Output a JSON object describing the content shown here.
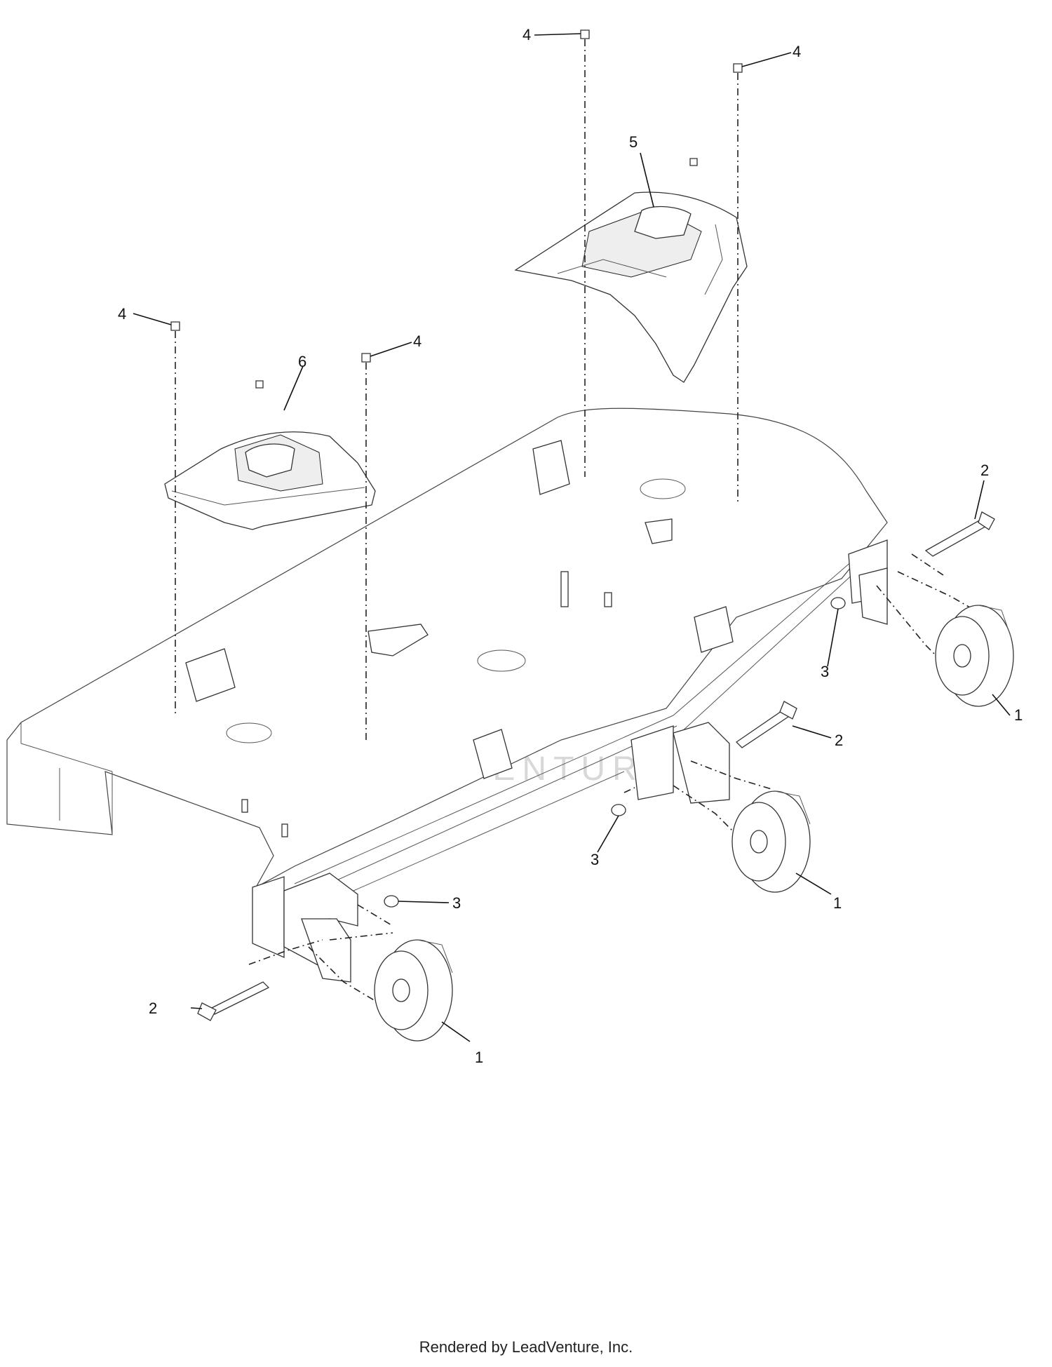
{
  "callouts": [
    {
      "id": "c4a",
      "label": "4"
    },
    {
      "id": "c4b",
      "label": "4"
    },
    {
      "id": "c4c",
      "label": "4"
    },
    {
      "id": "c4d",
      "label": "4"
    },
    {
      "id": "c5",
      "label": "5"
    },
    {
      "id": "c6",
      "label": "6"
    },
    {
      "id": "c2a",
      "label": "2"
    },
    {
      "id": "c2b",
      "label": "2"
    },
    {
      "id": "c2c",
      "label": "2"
    },
    {
      "id": "c3a",
      "label": "3"
    },
    {
      "id": "c3b",
      "label": "3"
    },
    {
      "id": "c3c",
      "label": "3"
    },
    {
      "id": "c1a",
      "label": "1"
    },
    {
      "id": "c1b",
      "label": "1"
    },
    {
      "id": "c1c",
      "label": "1"
    }
  ],
  "watermark": "LEADVENTURE",
  "footer": "Rendered by LeadVenture, Inc."
}
